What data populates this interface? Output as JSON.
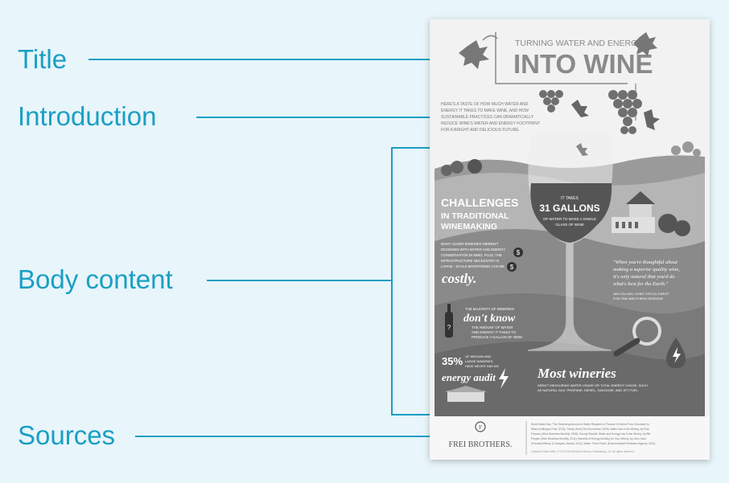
{
  "annotations": {
    "title": "Title",
    "introduction": "Introduction",
    "body": "Body content",
    "sources": "Sources"
  },
  "poster": {
    "title_small": "TURNING WATER AND ENERGY",
    "title_big": "INTO WINE",
    "intro": [
      "HERE'S A TASTE OF HOW MUCH WATER AND",
      "ENERGY IT TAKES TO MAKE WINE, AND HOW",
      "SUSTAINABLE PRACTICES CAN DRAMATICALLY",
      "REDUCE WINE'S WATER AND ENERGY FOOTPRINT",
      "FOR A BRIGHT AND DELICIOUS FUTURE."
    ],
    "challenges": [
      "CHALLENGES",
      "IN TRADITIONAL",
      "WINEMAKING"
    ],
    "gallons_small": "IT TAKES",
    "gallons": "31 GALLONS",
    "gallons_sub": [
      "OF WATER TO MAKE A SINGLE",
      "GLASS OF WINE"
    ],
    "costly_text": [
      "MANY OLDER WINERIES WEREN'T",
      "DESIGNED WITH WATER AND ENERGY",
      "CONSERVATION IN MIND, PLUS, THE",
      "INFRASTRUCTURE NECESSARY IS",
      "LARGE - SCALE MONITORING CAN BE"
    ],
    "costly": "costly.",
    "quote": [
      "\"When you're thoughtful about",
      "making a superior quality wine,",
      "it's only natural that you'd do",
      "what's best for the Earth.\""
    ],
    "quote_attr": [
      "JIM COLLINS, CHIEF VITICULTURIST",
      "FOR FREI BROTHERS RESERVE"
    ],
    "majority": [
      "THE MAJORITY OF WINERIES"
    ],
    "dont_know": "don't know",
    "majority_sub": [
      "THE AMOUNT OF WATER",
      "AND ENERGY IT TAKES TO",
      "PRODUCE A GALLON OF WINE."
    ],
    "pct": "35%",
    "pct_sub": [
      "OF MEDIUM AND",
      "LARGE WINERIES",
      "HAVE NEVER HAD AN"
    ],
    "energy_audit": "energy audit",
    "most_wineries": "Most wineries",
    "most_sub": [
      "AREN'T MEASURING WATER USAGE OR TOTAL ENERGY USAGE, SUCH",
      "AS NATURAL GAS, PROPANE, DIESEL, GASOLINE, AND JET FUEL."
    ],
    "brand": "FREI BROTHERS.",
    "brand_letter": "F",
    "sources_text": [
      "World Water Day \"The Surprising Amount of Water Required to Produce 15 Items From Chocolate to",
      "Wine (Huffington Post, 2013); Thirsty Work (The Economist, 2009); Water Use in the Winery, by Paul",
      "Frances (Wine Business Monthly, 2008); Survey Results: Water and Energy Use in the Winery, by Bill",
      "Pregler (Wine Business Monthly, 2011); Benefits of Energy Auditing for Your Winery, by John Garn",
      "(Practical Winery & Vineyard Journal, 2011); Water 'Trend Facts' (Environmental Protection Agency, 2012)"
    ],
    "copyright": "California Table Wine. © 2013 Frei Brothers Winery, Healdsburg, CA. All rights reserved."
  }
}
